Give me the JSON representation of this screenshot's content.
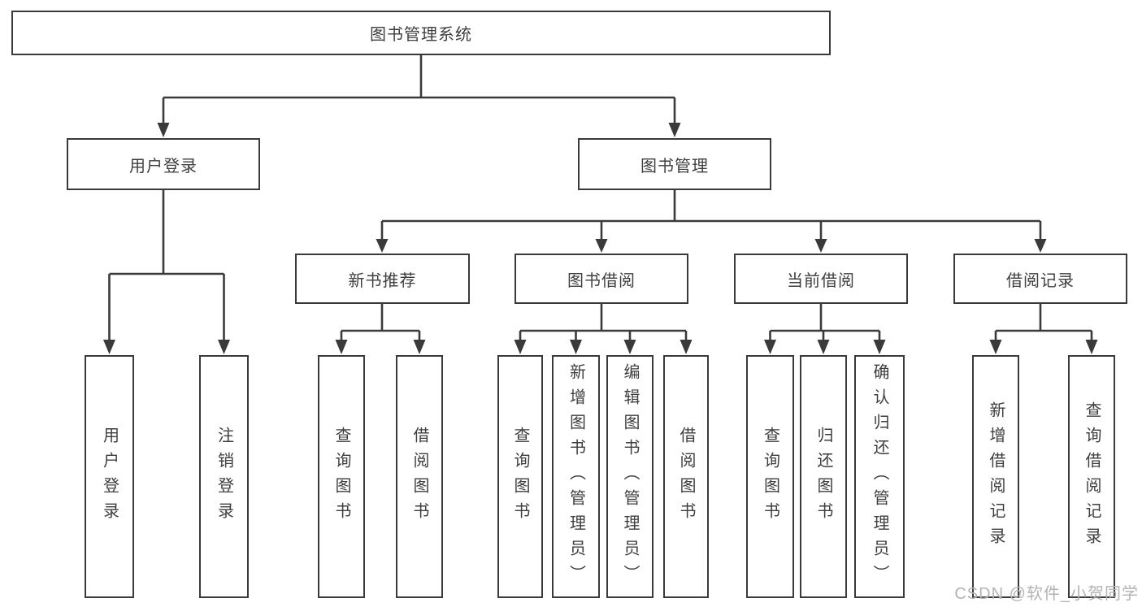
{
  "diagram": {
    "root": {
      "label": "图书管理系统"
    },
    "level2": [
      {
        "label": "用户登录"
      },
      {
        "label": "图书管理"
      }
    ],
    "level3": [
      {
        "label": "新书推荐"
      },
      {
        "label": "图书借阅"
      },
      {
        "label": "当前借阅"
      },
      {
        "label": "借阅记录"
      }
    ],
    "leaves": {
      "user_login": [
        {
          "label": "用户登录"
        },
        {
          "label": "注销登录"
        }
      ],
      "new_book": [
        {
          "label": "查询图书"
        },
        {
          "label": "借阅图书"
        }
      ],
      "book_borrow": [
        {
          "label": "查询图书"
        },
        {
          "label": "新增图书（管理员）"
        },
        {
          "label": "编辑图书（管理员）"
        },
        {
          "label": "借阅图书"
        }
      ],
      "current_borrow": [
        {
          "label": "查询图书"
        },
        {
          "label": "归还图书"
        },
        {
          "label": "确认归还（管理员）"
        }
      ],
      "borrow_records": [
        {
          "label": "新增借阅记录"
        },
        {
          "label": "查询借阅记录"
        }
      ]
    }
  },
  "watermark": {
    "text": "CSDN @软件_小贺同学"
  },
  "colors": {
    "line": "#3a3a3a",
    "text": "#3e3e3e",
    "watermark": "#b3b3b3",
    "background": "#ffffff"
  }
}
